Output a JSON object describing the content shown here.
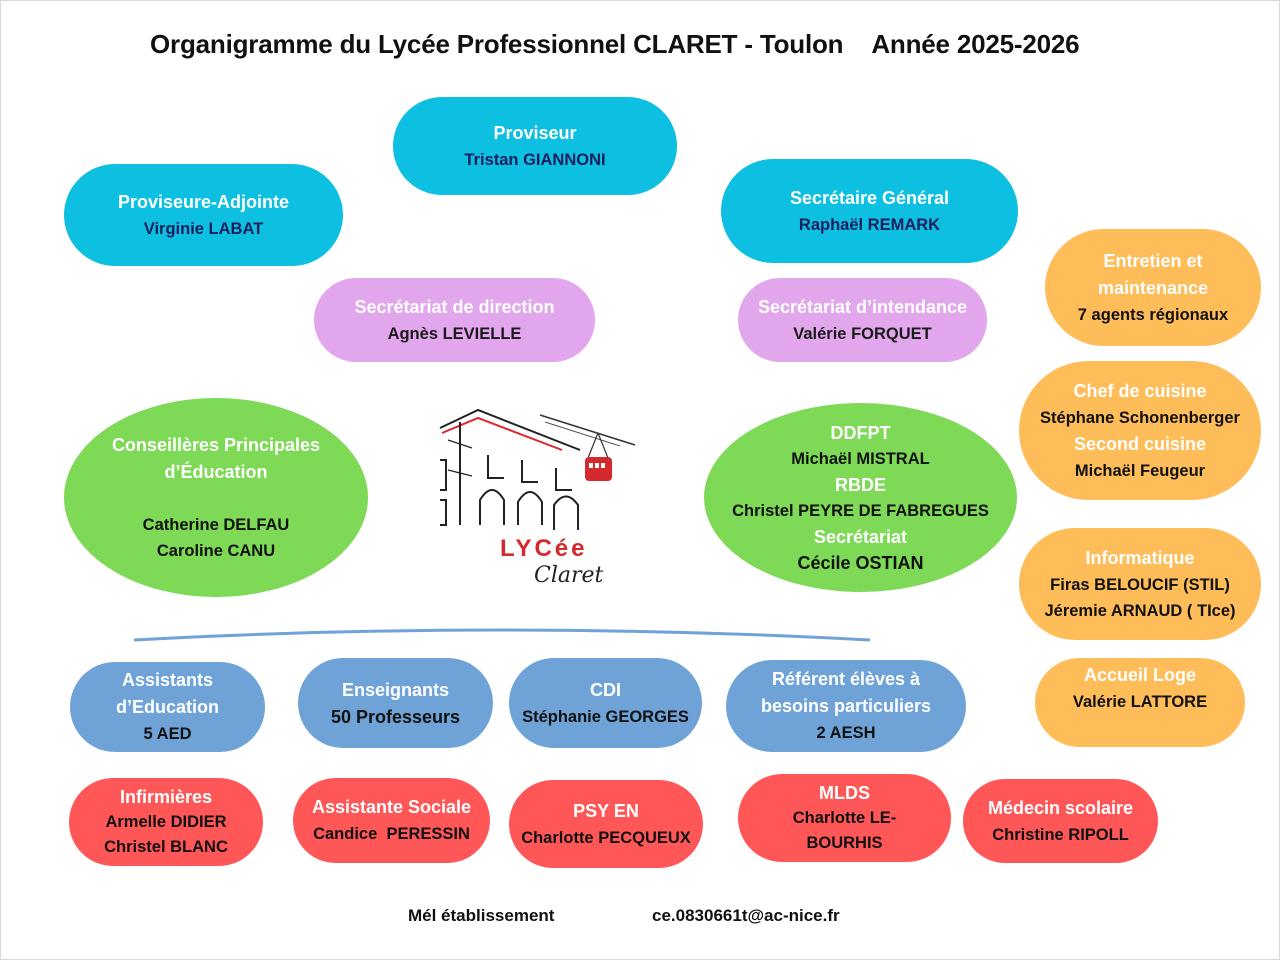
{
  "header": {
    "title": "Organigramme du Lycée Professionnel CLARET - Toulon",
    "year": "Année 2025-2026"
  },
  "colors": {
    "direction": "#0dbfe0",
    "secretariat": "#e2a6ec",
    "education_ddfpt": "#7ed957",
    "services": "#ffbd59",
    "pedagogy": "#6fa3d7",
    "health_social": "#ff5757",
    "divider": "#6fa3d7"
  },
  "direction": {
    "proviseur": {
      "role": "Proviseur",
      "person": "Tristan GIANNONI"
    },
    "adjointe": {
      "role": "Proviseure-Adjointe",
      "person": "Virginie LABAT"
    },
    "secretaire_general": {
      "role": "Secrétaire Général",
      "person": "Raphaël REMARK"
    }
  },
  "secretariats": {
    "direction": {
      "role": "Secrétariat de direction",
      "person": "Agnès LEVIELLE"
    },
    "intendance": {
      "role": "Secrétariat d’intendance",
      "person": "Valérie FORQUET"
    }
  },
  "cpe": {
    "role_line1": "Conseillères Principales",
    "role_line2": "d’Éducation",
    "people": [
      "Catherine DELFAU",
      "Caroline CANU"
    ]
  },
  "ddfpt": {
    "role1": "DDFPT",
    "person1": "Michaël MISTRAL",
    "role2": "RBDE",
    "person2": "Christel PEYRE DE FABREGUES",
    "role3": "Secrétariat",
    "person3": "Cécile OSTIAN"
  },
  "logo": {
    "line1": "LYCée",
    "line2": "Claret"
  },
  "services": {
    "entretien": {
      "role_line1": "Entretien et",
      "role_line2": "maintenance",
      "person": "7 agents régionaux"
    },
    "cuisine": {
      "role1": "Chef de cuisine",
      "person1": "Stéphane Schonenberger",
      "role2": "Second cuisine",
      "person2": "Michaël Feugeur"
    },
    "informatique": {
      "role": "Informatique",
      "people": [
        "Firas BELOUCIF (STIL)",
        "Jéremie ARNAUD ( TIce)"
      ]
    },
    "accueil": {
      "role": "Accueil Loge",
      "person": "Valérie LATTORE"
    }
  },
  "pedagogy": [
    {
      "role_line1": "Assistants",
      "role_line2": "d’Education",
      "person": "5 AED"
    },
    {
      "role": "Enseignants",
      "person": "50 Professeurs"
    },
    {
      "role": "CDI",
      "person": "Stéphanie GEORGES"
    },
    {
      "role_line1": "Référent élèves à",
      "role_line2": "besoins particuliers",
      "person": "2 AESH"
    }
  ],
  "health_social": [
    {
      "role": "Infirmières",
      "people": [
        "Armelle DIDIER",
        "Christel BLANC"
      ]
    },
    {
      "role": "Assistante Sociale",
      "person": "Candice  PERESSIN"
    },
    {
      "role": "PSY EN",
      "person": "Charlotte PECQUEUX"
    },
    {
      "role": "MLDS",
      "people": [
        "Charlotte LE-",
        "BOURHIS"
      ]
    },
    {
      "role": "Médecin scolaire",
      "person": "Christine RIPOLL"
    }
  ],
  "footer": {
    "label": "Mél établissement",
    "email": "ce.0830661t@ac-nice.fr"
  }
}
